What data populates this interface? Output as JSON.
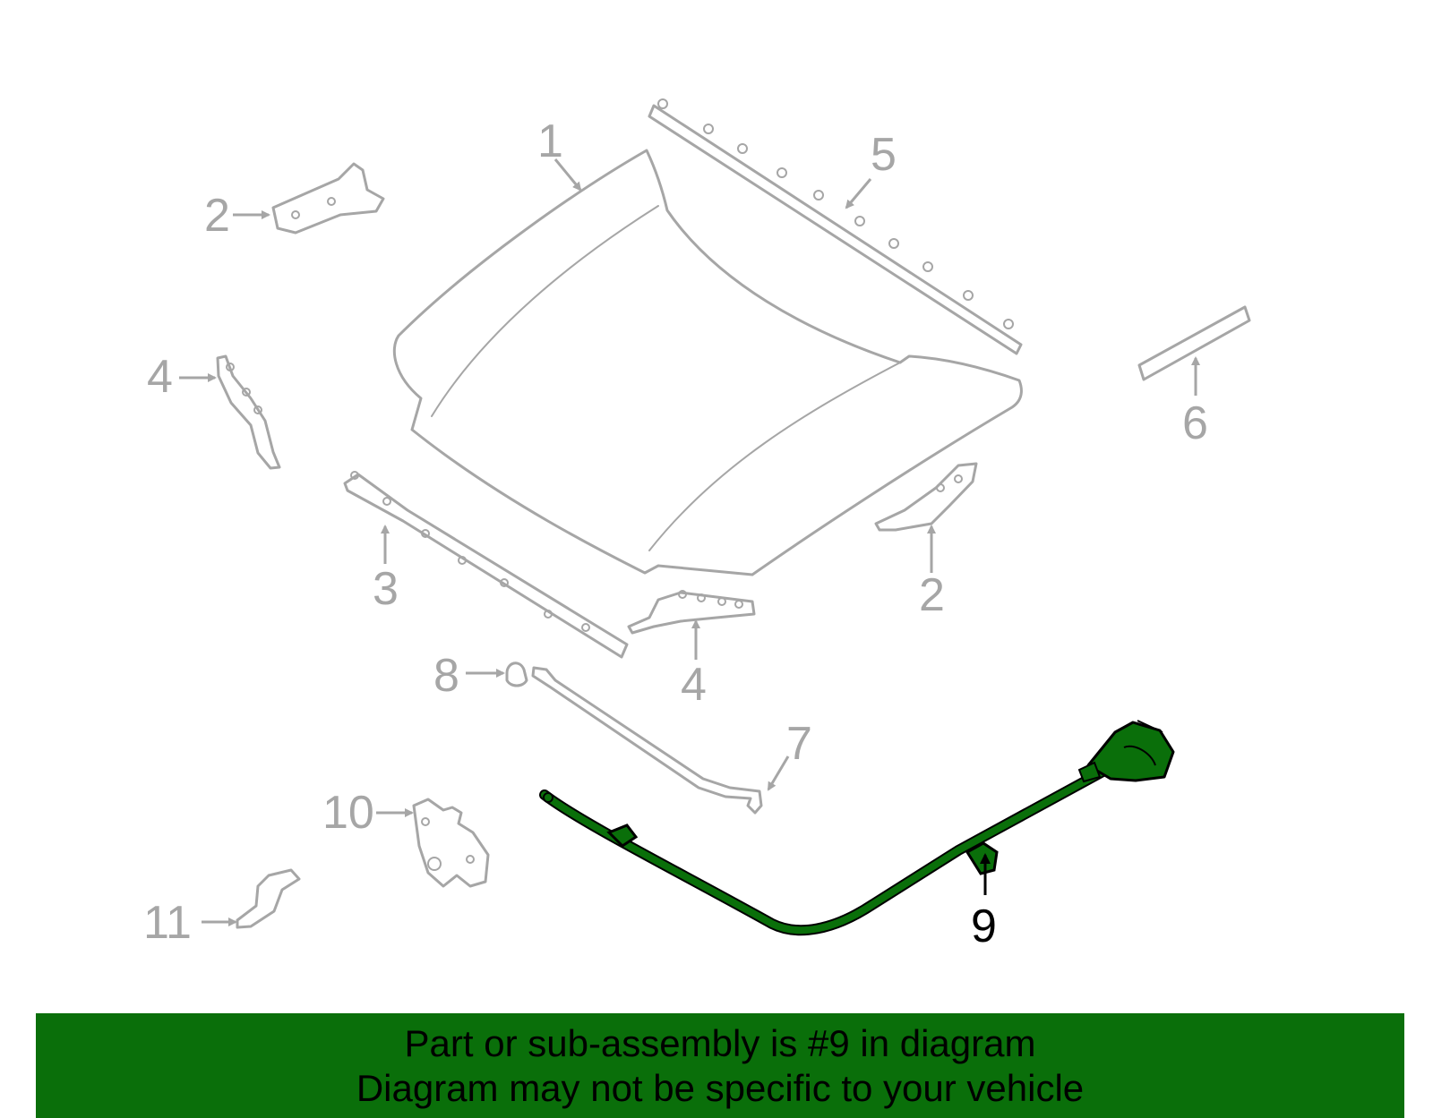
{
  "colors": {
    "highlight_part": "#0a6f0a",
    "dim_part": "#a6a6a6",
    "banner_background": "#0a6f0a",
    "highlight_callout": "#000000"
  },
  "callouts": {
    "c1": "1",
    "c2a": "2",
    "c2b": "2",
    "c3": "3",
    "c4a": "4",
    "c4b": "4",
    "c5": "5",
    "c6": "6",
    "c7": "7",
    "c8": "8",
    "c9": "9",
    "c10": "10",
    "c11": "11"
  },
  "highlighted_part_number": "9",
  "banner": {
    "line1": "Part or sub-assembly is #9 in diagram",
    "line2": "Diagram may not be specific to your vehicle"
  }
}
